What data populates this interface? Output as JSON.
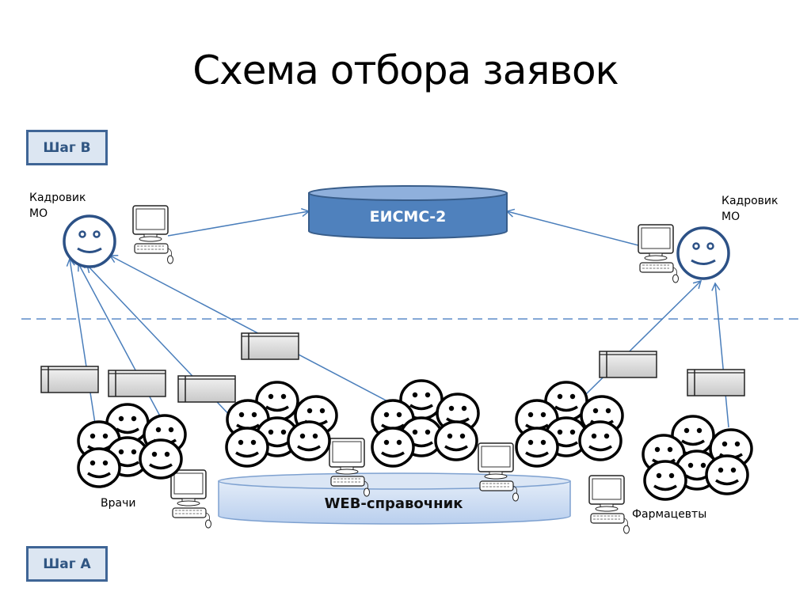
{
  "slide": {
    "title": "Схема отбора заявок",
    "steps": {
      "step_b": "Шаг В",
      "step_a": "Шаг А"
    },
    "nodes": {
      "database": "ЕИСМС-2",
      "web_directory": "WEB-справочник"
    },
    "actors": {
      "hr_left": "Кадровик\nМО",
      "hr_right": "Кадровик\nМО",
      "doctors": "Врачи",
      "pharmacists": "Фармацевты"
    },
    "colors": {
      "accent_blue": "#4f81bd",
      "arrow_blue": "#4a7ebb",
      "step_fill": "#dce6f2",
      "step_border": "#3f6596",
      "face_blue": "#2c5186",
      "web_fill": "#c6d9f1"
    }
  }
}
